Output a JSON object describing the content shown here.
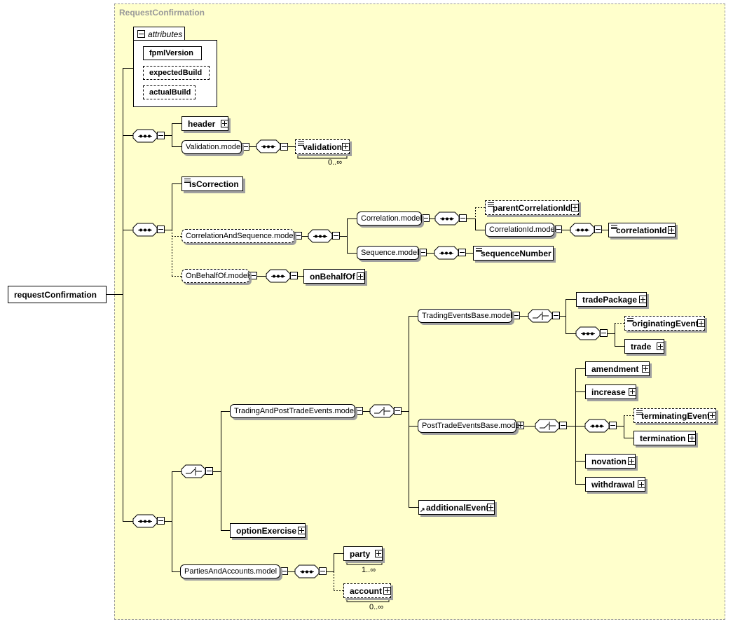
{
  "diagram": {
    "container_title": "RequestConfirmation",
    "attributes_label": "attributes",
    "attributes": [
      "fpmlVersion",
      "expectedBuild",
      "actualBuild"
    ],
    "root": "requestConfirmation",
    "elements": {
      "header": "header",
      "validation_model": "Validation.model",
      "validation": "validation",
      "validation_occurs": "0..∞",
      "is_correction": "isCorrection",
      "correlation_and_sequence_model": "CorrelationAndSequence.model",
      "correlation_model": "Correlation.model",
      "parent_correlation_id": "parentCorrelationId",
      "correlation_id_model": "CorrelationId.model",
      "correlation_id": "correlationId",
      "sequence_model": "Sequence.model",
      "sequence_number": "sequenceNumber",
      "on_behalf_of_model": "OnBehalfOf.model",
      "on_behalf_of": "onBehalfOf",
      "trading_events_base_model": "TradingEventsBase.model",
      "trade_package": "tradePackage",
      "originating_event": "originatingEvent",
      "trade": "trade",
      "trading_and_post_trade_events_model": "TradingAndPostTradeEvents.model",
      "post_trade_events_base_model": "PostTradeEventsBase.model",
      "amendment": "amendment",
      "increase": "increase",
      "terminating_event": "terminatingEvent",
      "termination": "termination",
      "novation": "novation",
      "withdrawal": "withdrawal",
      "additional_event": "additionalEvent",
      "option_exercise": "optionExercise",
      "parties_and_accounts_model": "PartiesAndAccounts.model",
      "party": "party",
      "party_occurs": "1..∞",
      "account": "account",
      "account_occurs": "0..∞"
    }
  }
}
